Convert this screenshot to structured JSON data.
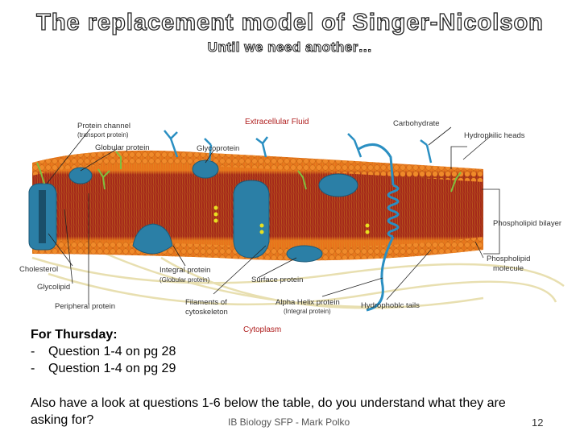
{
  "slide": {
    "title": "The replacement model of Singer-Nicolson",
    "subtitle": "Until we need another…",
    "diagram_labels": {
      "protein_channel": "Protein channel",
      "protein_channel_sub": "(transport protein)",
      "globular_protein": "Globular protein",
      "glycoprotein": "Glycoprotein",
      "extracellular_fluid": "Extracellular Fluid",
      "carbohydrate": "Carbohydrate",
      "hydrophilic_heads": "Hydrophilic heads",
      "phospholipid_bilayer": "Phospholipid bilayer",
      "phospholipid_molecule_1": "Phospholipid",
      "phospholipid_molecule_2": "molecule",
      "cholesterol": "Cholesterol",
      "glycolipid": "Glycolipid",
      "peripheral_protein": "Peripheral protein",
      "integral_protein": "Integral protein",
      "integral_protein_sub": "(Globular protein)",
      "surface_protein": "Surface protein",
      "filaments_1": "Filaments of",
      "filaments_2": "cytoskeleton",
      "alpha_helix": "Alpha Helix protein",
      "alpha_helix_sub": "(Integral protein)",
      "hydrophobic_tails": "Hydrophoblc tails",
      "cytoplasm": "Cytoplasm"
    },
    "assignment": {
      "heading": "For Thursday:",
      "items": [
        {
          "bullet": "-",
          "text": "Question 1-4 on pg 28"
        },
        {
          "bullet": "-",
          "text": "Question 1-4 on pg 29"
        }
      ]
    },
    "note": "Also have a look at questions 1-6 below the table, do you understand what they are asking for?",
    "footer": "IB Biology SFP - Mark Polko",
    "page_number": "12"
  },
  "colors": {
    "head_orange": "#e8731c",
    "tail_red": "#a52a1a",
    "protein_blue": "#2b7fa6",
    "carbohydrate_blue": "#2a8fc2",
    "cholesterol_yellow": "#e8e020",
    "glycolipid_green": "#7fbf3f"
  }
}
